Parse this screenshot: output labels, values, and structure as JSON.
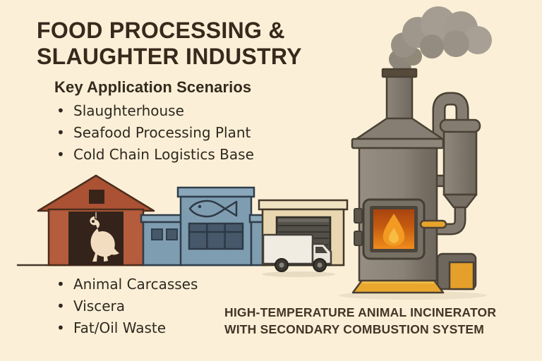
{
  "page": {
    "background_color": "#fbf0d7"
  },
  "title": {
    "line1": "FOOD PROCESSING &",
    "line2": "SLAUGHTER INDUSTRY"
  },
  "scenarios": {
    "heading": "Key Application Scenarios",
    "items": [
      "Slaughterhouse",
      "Seafood Processing Plant",
      "Cold Chain Logistics Base"
    ]
  },
  "waste_items": [
    "Animal Carcasses",
    "Viscera",
    "Fat/Oil Waste"
  ],
  "caption": {
    "line1": "HIGH-TEMPERATURE ANIMAL INCINERATOR",
    "line2": "WITH SECONDARY COMBUSTION SYSTEM"
  },
  "illustration": {
    "buildings": [
      "slaughterhouse-barn",
      "seafood-processing-plant",
      "cold-chain-warehouse"
    ],
    "vehicle": "box-truck",
    "machine": "animal-incinerator-with-secondary-combustion",
    "icons": [
      "smoke-icon",
      "hanging-carcass-icon",
      "fish-icon",
      "flame-icon",
      "truck-icon"
    ]
  },
  "colors": {
    "background": "#fbf0d7",
    "text_dark": "#38291c",
    "barn_red": "#b45c3c",
    "building_blue": "#7f9db1",
    "warehouse_cream": "#e8d7b0",
    "metal_gray": "#8a8276",
    "accent_orange": "#e8a42c",
    "fire_orange": "#ef8c1c",
    "smoke_gray": "#a0978c"
  }
}
